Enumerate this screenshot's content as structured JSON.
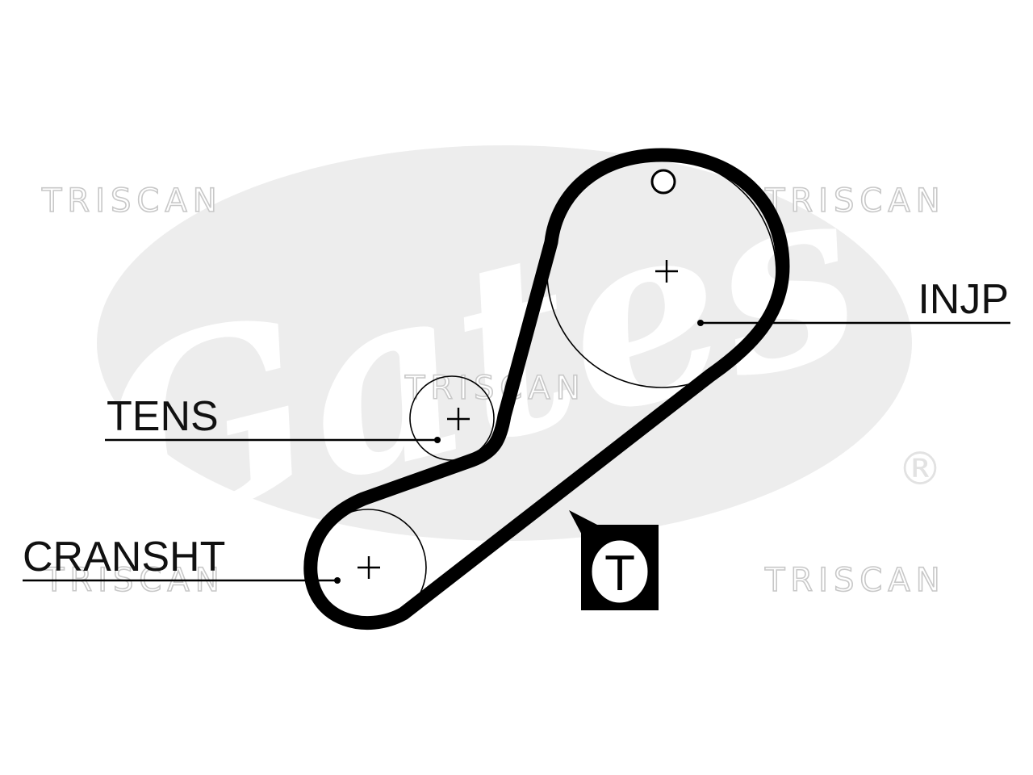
{
  "watermark": {
    "brand": "TRISCAN",
    "logo_mark": "Gates",
    "registered_symbol": "®"
  },
  "labels": {
    "injection_pump": "INJP",
    "tensioner": "TENS",
    "crankshaft": "CRANSHT",
    "tensioner_marker": "T"
  },
  "colors": {
    "ink": "#000000",
    "watermark_gray": "#ededed",
    "background": "#ffffff"
  }
}
